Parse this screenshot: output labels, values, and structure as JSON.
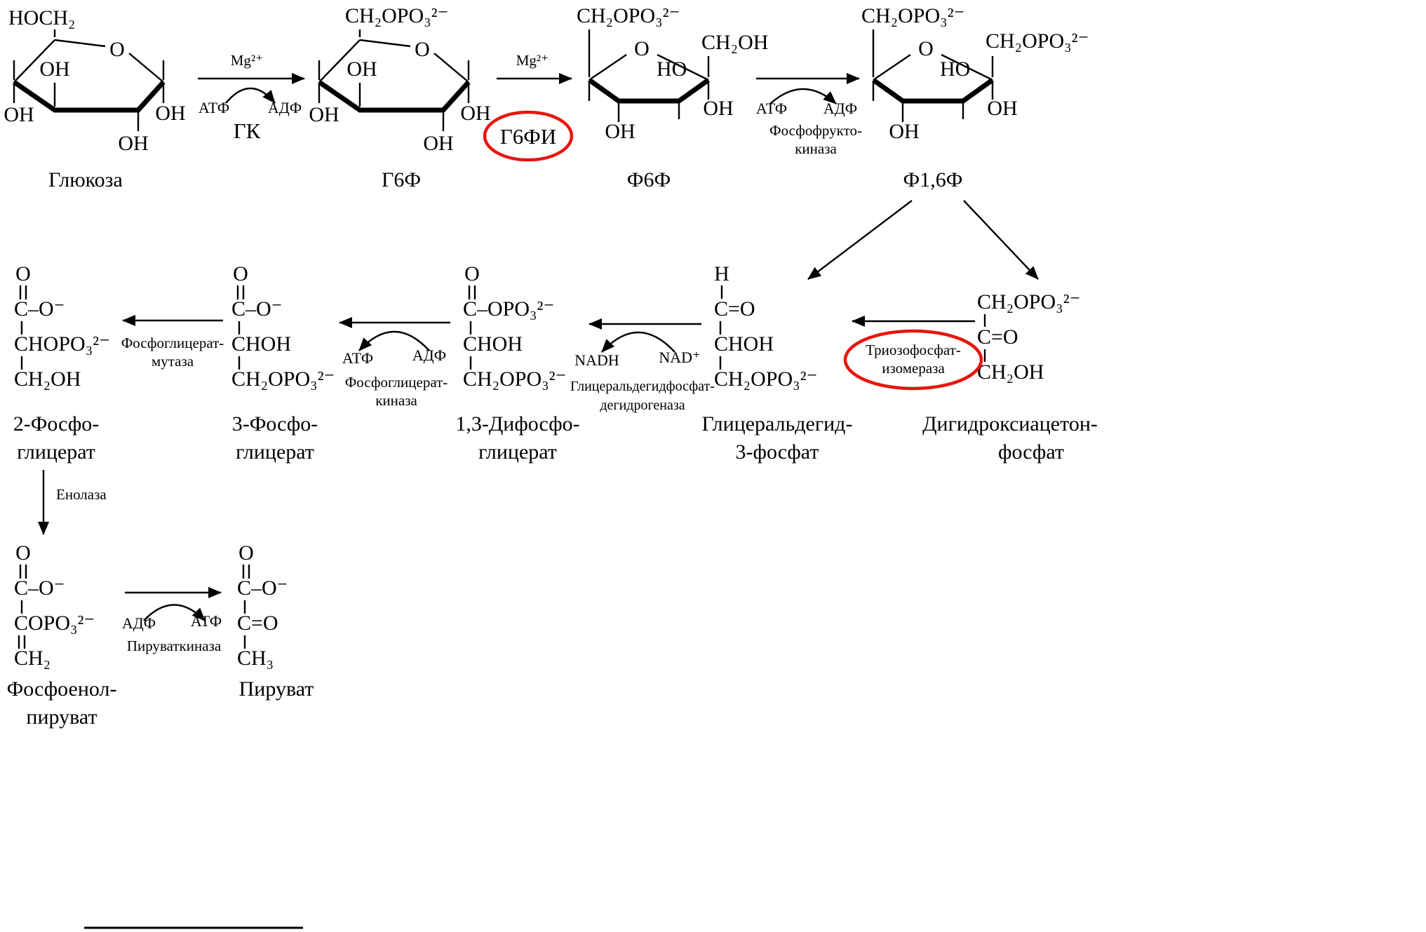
{
  "formulas": {
    "hoch2": "HOCH₂",
    "ch2opo3": "CH₂OPO₃²⁻",
    "ch2oh": "CH₂OH",
    "oh": "OH",
    "ho": "HO",
    "o": "O",
    "h": "H",
    "c_o_minus": "C–O⁻",
    "c_opo3": "C–OPO₃²⁻",
    "chopo3": "CHOPO₃²⁻",
    "copo3": "COPO₃²⁻",
    "choh": "CHOH",
    "c_eq_o": "C=O",
    "ch2": "CH₂",
    "ch3": "CH₃"
  },
  "compounds": {
    "glucose": "Глюкоза",
    "g6p": "Г6Ф",
    "f6p": "Ф6Ф",
    "f16p": "Ф1,6Ф",
    "gap_1": "Глицеральдегид-",
    "gap_2": "3-фосфат",
    "dhap_1": "Дигидроксиацетон-",
    "dhap_2": "фосфат",
    "bpg_1": "1,3-Дифосфо-",
    "bpg_2": "глицерат",
    "pg3_1": "3-Фосфо-",
    "pg3_2": "глицерат",
    "pg2_1": "2-Фосфо-",
    "pg2_2": "глицерат",
    "pep_1": "Фосфоенол-",
    "pep_2": "пируват",
    "pyr": "Пируват"
  },
  "enzymes": {
    "gk": "ГК",
    "g6pi": "Г6ФИ",
    "pfk_1": "Фосфофрукто-",
    "pfk_2": "киназа",
    "tpi_1": "Триозофосфат-",
    "tpi_2": "изомераза",
    "gapdh_1": "Глицеральдегидфосфат-",
    "gapdh_2": "дегидрогеназа",
    "pgk_1": "Фосфоглицерат-",
    "pgk_2": "киназа",
    "pgm_1": "Фосфоглицерат-",
    "pgm_2": "мутаза",
    "enolase": "Енолаза",
    "pk": "Пируваткиназа"
  },
  "cofactors": {
    "atp": "АТФ",
    "adp": "АДФ",
    "mg": "Mg²⁺",
    "nadh": "NADH",
    "nad": "NAD⁺"
  },
  "colors": {
    "ink": "#000000",
    "highlight": "#e8150d",
    "background": "#ffffff"
  }
}
